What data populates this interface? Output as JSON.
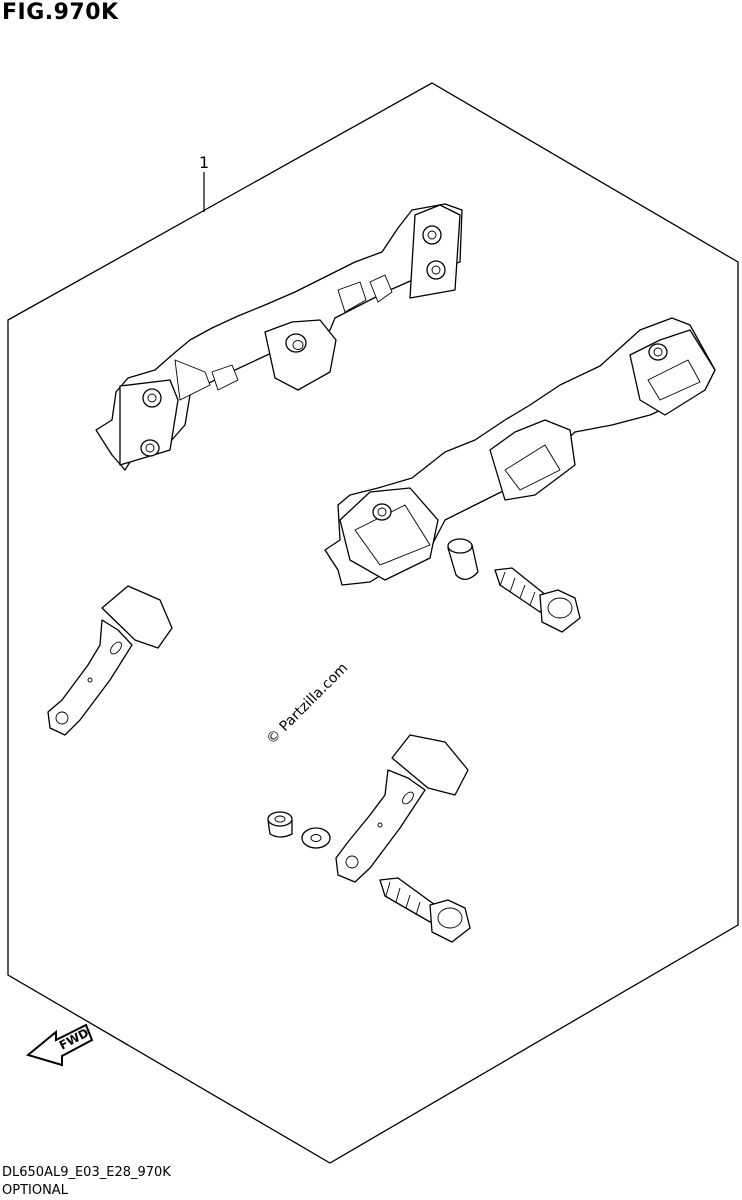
{
  "figure": {
    "title": "FIG.970K",
    "diagram_code": "DL650AL9_E03_E28_970K",
    "category": "OPTIONAL",
    "watermark": "© Partzilla.com",
    "direction_label": "FWD",
    "callouts": [
      {
        "number": "1"
      }
    ]
  }
}
